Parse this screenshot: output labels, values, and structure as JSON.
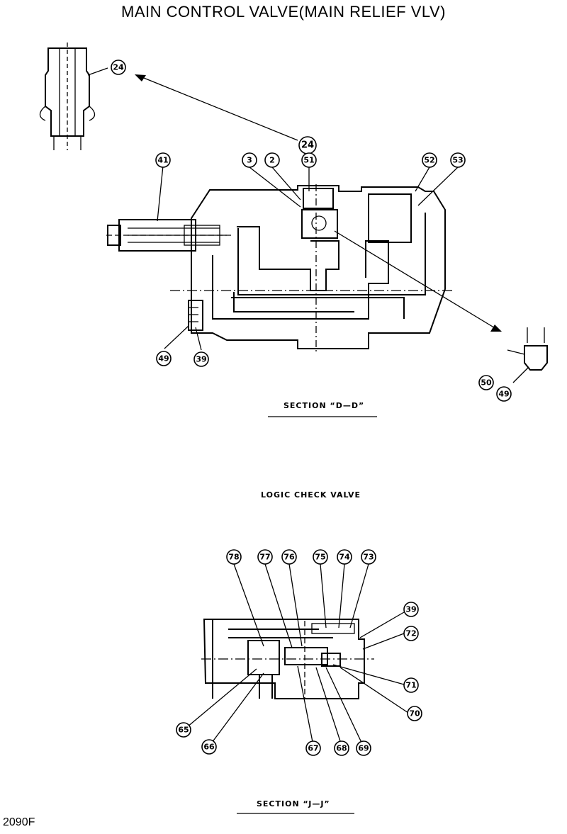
{
  "title": "MAIN CONTROL VALVE(MAIN RELIEF VLV)",
  "section_dd_label": "SECTION “D—D”",
  "logic_check_label": "LOGIC CHECK VALVE",
  "section_jj_label": "SECTION “J—J”",
  "page_code": "2090F",
  "callouts_top": [
    "24",
    "24",
    "41",
    "3",
    "2",
    "51",
    "52",
    "53",
    "49",
    "39",
    "50",
    "49"
  ],
  "callouts_bottom": [
    "78",
    "77",
    "76",
    "75",
    "74",
    "73",
    "39",
    "72",
    "71",
    "70",
    "65",
    "66",
    "67",
    "68",
    "69"
  ]
}
